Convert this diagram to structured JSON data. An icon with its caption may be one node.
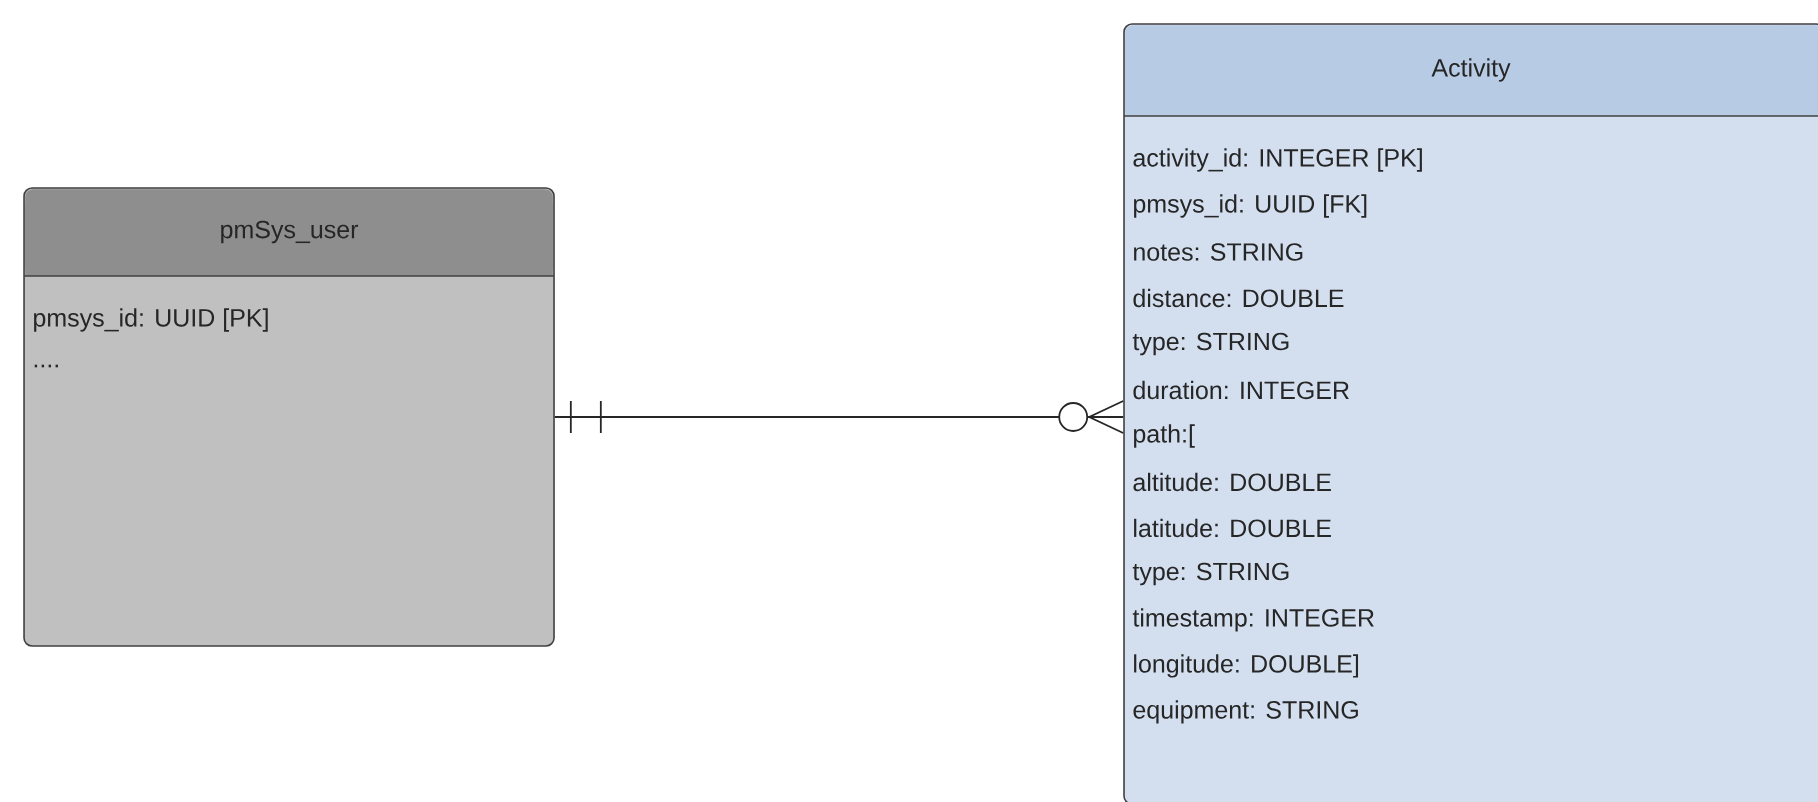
{
  "diagram": {
    "nodes": [
      {
        "text": [
          "pmSys_user",
          "pmsys_id: UUID [PK]",
          "...."
        ]
      },
      {
        "text": [
          "Activity",
          "activity_id: INTEGER [PK]",
          "pmsys_id: UUID [FK]",
          "notes: STRING",
          "distance: DOUBLE",
          "type: STRING",
          "duration: INTEGER",
          "path:[",
          "altitude: DOUBLE",
          "latitude: DOUBLE",
          "type: STRING",
          "timestamp: INTEGER",
          "longitude: DOUBLE]",
          "equipment: STRING"
        ]
      }
    ],
    "edges": [
      {
        "from": 0,
        "to": 1,
        "arrow": "other"
      }
    ]
  }
}
